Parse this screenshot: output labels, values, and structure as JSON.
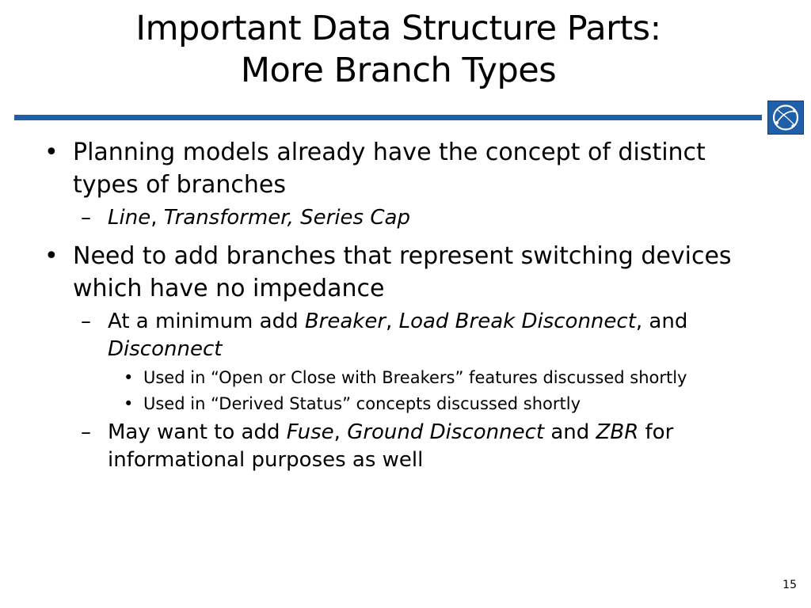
{
  "title": {
    "line1": "Important Data Structure Parts:",
    "line2": "More Branch Types"
  },
  "colors": {
    "rule": "#1f5ea8",
    "logo_bg": "#1f5ea8"
  },
  "icons": {
    "logo": "globe-logo-icon"
  },
  "bullets": {
    "mark1": "•",
    "mark2": "–",
    "mark3": "•"
  },
  "items": {
    "p1": "Planning models already have the concept of distinct types of branches",
    "p1_sub1_a": "Line",
    "p1_sub1_b": ", ",
    "p1_sub1_c": "Transformer, Series Cap",
    "p2": "Need to add branches that represent switching devices which have no impedance",
    "p2_sub1_a": "At a minimum add ",
    "p2_sub1_b": "Breaker",
    "p2_sub1_c": ", ",
    "p2_sub1_d": "Load Break Disconnect",
    "p2_sub1_e": ", and ",
    "p2_sub1_f": "Disconnect",
    "p2_sub1_l1": "Used in “Open or Close with Breakers” features discussed shortly",
    "p2_sub1_l2": "Used in “Derived Status” concepts discussed shortly",
    "p2_sub2_a": "May want to add ",
    "p2_sub2_b": "Fuse",
    "p2_sub2_c": ", ",
    "p2_sub2_d": "Ground Disconnect",
    "p2_sub2_e": " and ",
    "p2_sub2_f": "ZBR",
    "p2_sub2_g": " for informational purposes as well"
  },
  "page_number": "15"
}
